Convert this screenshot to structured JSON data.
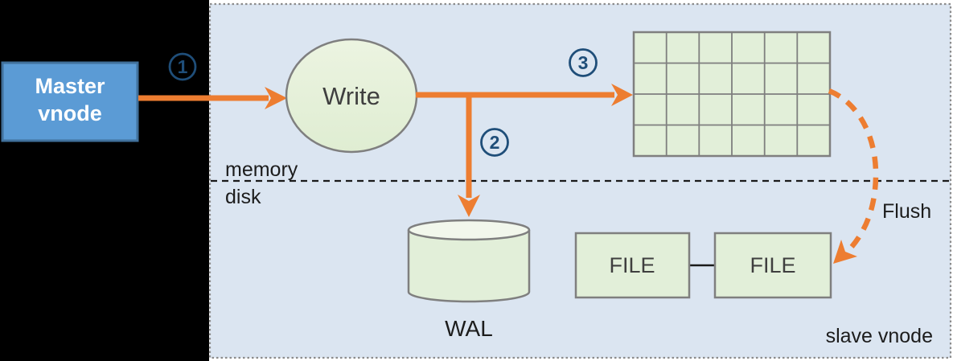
{
  "diagram": {
    "type": "vnode-write-flow",
    "master_vnode": {
      "line1": "Master",
      "line2": "vnode"
    },
    "write_node": {
      "label": "Write"
    },
    "steps": {
      "one": "1",
      "two": "2",
      "three": "3"
    },
    "layers": {
      "above_divider": "memory",
      "below_divider": "disk"
    },
    "memtable": {
      "rows": 4,
      "cols": 6
    },
    "wal": {
      "label": "WAL"
    },
    "files": {
      "file1": "FILE",
      "file2": "FILE"
    },
    "flush": {
      "label": "Flush"
    },
    "panel": {
      "label": "slave vnode"
    },
    "colors": {
      "arrow_orange": "#ED7D31",
      "step_badge_navy": "#1F4E79",
      "node_green_fill": "#E2EFD9",
      "node_border_gray": "#7F7F7F",
      "master_blue_fill": "#5B9BD5",
      "master_blue_border": "#41719C",
      "panel_blue_fill": "#DBE5F1",
      "panel_border_gray": "#8C8C8C",
      "left_background": "#000000"
    }
  }
}
